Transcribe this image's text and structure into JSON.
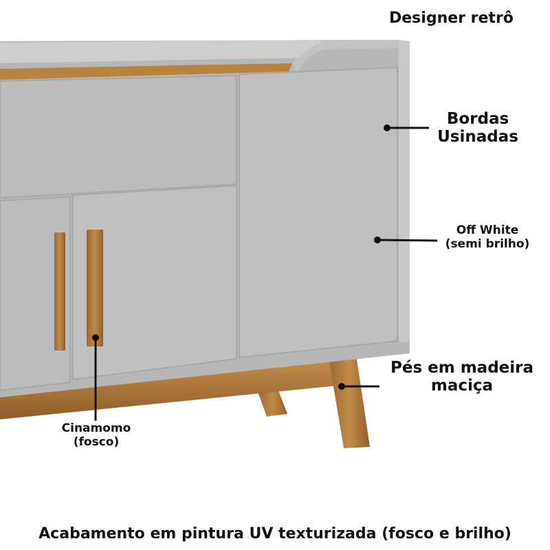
{
  "title": "Designer retrô",
  "callouts": {
    "bordas": [
      "Bordas",
      "Usinadas"
    ],
    "off_white": [
      "Off White",
      "(semi brilho)"
    ],
    "pes": [
      "Pés em madeira",
      "maciça"
    ],
    "cinamomo": [
      "Cinamomo",
      "(fosco)"
    ]
  },
  "footer": "Acabamento em pintura UV texturizada (fosco e brilho)",
  "colors": {
    "cabinet": "#bfbebc",
    "wood": "#b07a3c",
    "callout_line": "#111111"
  }
}
